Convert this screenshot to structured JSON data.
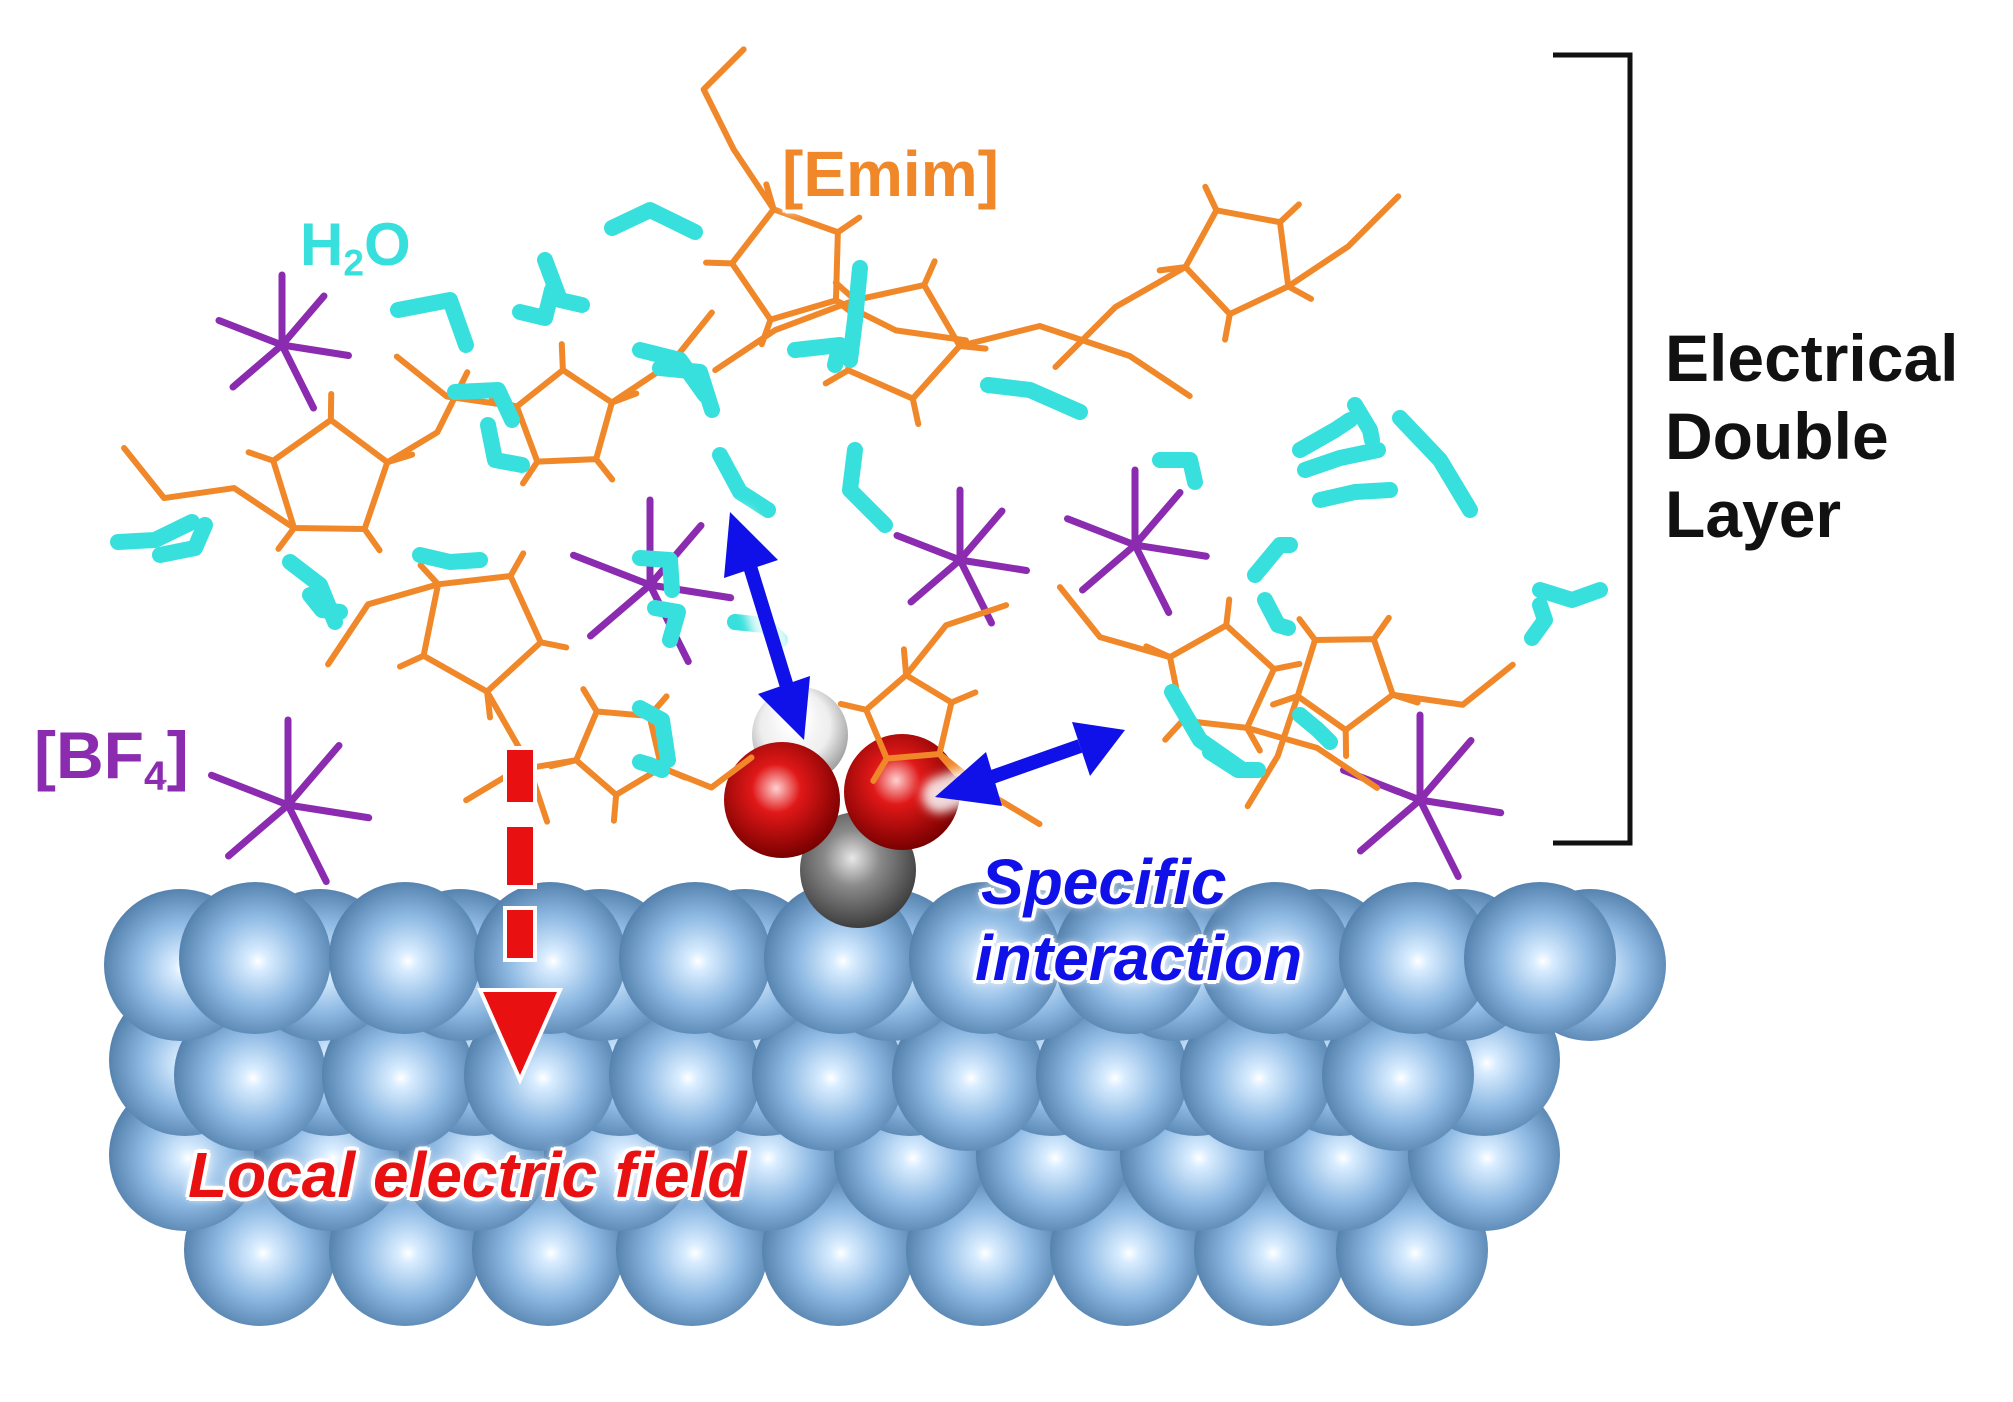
{
  "labels": {
    "water": {
      "main": "H",
      "sub": "2",
      "tail": "O",
      "color": "#37e0dc"
    },
    "cation": {
      "text": "[Emim]",
      "color": "#f0882a"
    },
    "anion": {
      "main": "[BF",
      "sub": "4",
      "tail": "]",
      "color": "#8a2bb0"
    },
    "double_layer": {
      "line1": "Electrical",
      "line2": "Double",
      "line3": "Layer",
      "color": "#111111"
    },
    "interaction": {
      "line1": "Specific",
      "line2": "interaction",
      "color": "#1010e8"
    },
    "field": {
      "text": "Local electric field",
      "color": "#e81010"
    }
  },
  "colors": {
    "electrode_atom": "#8cb8e2",
    "emim": "#f0882a",
    "water": "#37e0dc",
    "bf4": "#8a2bb0",
    "adsorbate_oxygen": "#e01818",
    "adsorbate_carbon": "#8a8a8a",
    "adsorbate_hydrogen": "#f2f2f2",
    "arrow_interaction": "#1010e8",
    "arrow_field": "#e81010"
  }
}
